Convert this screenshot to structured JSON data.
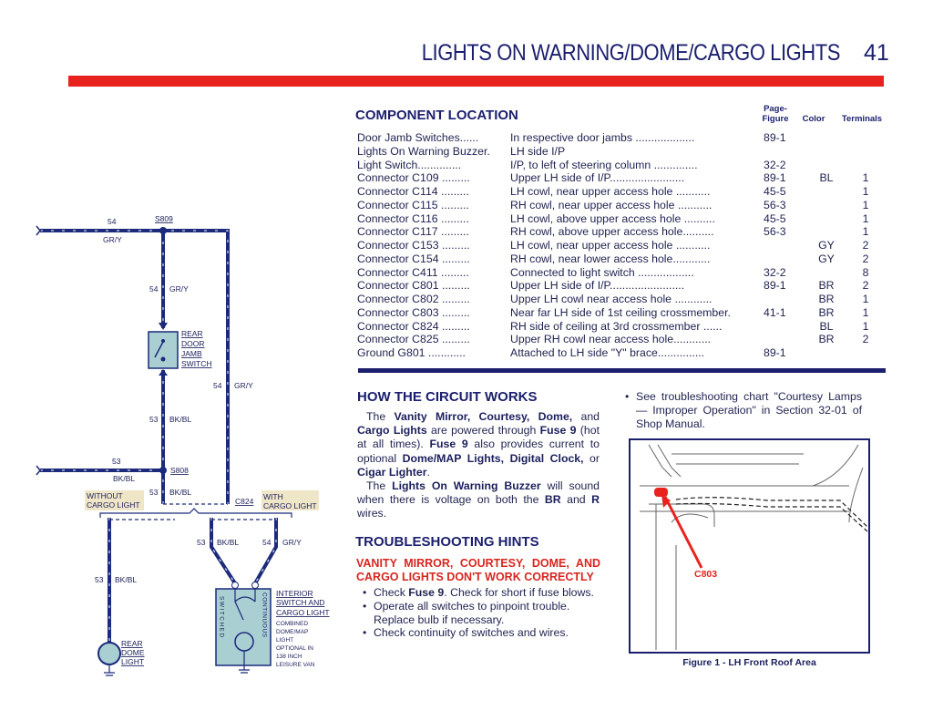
{
  "header": {
    "title": "LIGHTS ON WARNING/DOME/CARGO LIGHTS",
    "page_number": "41"
  },
  "component_location": {
    "heading": "COMPONENT LOCATION",
    "columns": {
      "page_figure_1": "Page-",
      "page_figure_2": "Figure",
      "color": "Color",
      "terminals": "Terminals"
    },
    "rows": [
      {
        "name": "Door Jamb Switches......",
        "location": "In respective door jambs ...................",
        "page": "89-1",
        "color": "",
        "terminals": ""
      },
      {
        "name": "Lights On Warning Buzzer.",
        "location": "LH side I/P",
        "page": "",
        "color": "",
        "terminals": ""
      },
      {
        "name": "Light Switch..............",
        "location": "I/P, to left of steering column ..............",
        "page": "32-2",
        "color": "",
        "terminals": ""
      },
      {
        "name": "Connector C109 .........",
        "location": "Upper LH side of I/P........................",
        "page": "89-1",
        "color": "BL",
        "terminals": "1"
      },
      {
        "name": "Connector C114 .........",
        "location": "LH cowl, near upper access hole ...........",
        "page": "45-5",
        "color": "",
        "terminals": "1"
      },
      {
        "name": "Connector C115 .........",
        "location": "RH cowl, near upper access hole ...........",
        "page": "56-3",
        "color": "",
        "terminals": "1"
      },
      {
        "name": "Connector C116 .........",
        "location": "LH cowl, above upper access hole ..........",
        "page": "45-5",
        "color": "",
        "terminals": "1"
      },
      {
        "name": "Connector C117 .........",
        "location": "RH cowl, above upper access hole..........",
        "page": "56-3",
        "color": "",
        "terminals": "1"
      },
      {
        "name": "Connector C153 .........",
        "location": "LH cowl, near upper access hole ...........",
        "page": "",
        "color": "GY",
        "terminals": "2"
      },
      {
        "name": "Connector C154 .........",
        "location": "RH cowl, near lower access hole............",
        "page": "",
        "color": "GY",
        "terminals": "2"
      },
      {
        "name": "Connector C411 .........",
        "location": "Connected to light switch ..................",
        "page": "32-2",
        "color": "",
        "terminals": "8"
      },
      {
        "name": "Connector C801 .........",
        "location": "Upper LH side of I/P........................",
        "page": "89-1",
        "color": "BR",
        "terminals": "2"
      },
      {
        "name": "Connector C802 .........",
        "location": "Upper LH cowl near access hole ............",
        "page": "",
        "color": "BR",
        "terminals": "1"
      },
      {
        "name": "Connector C803 .........",
        "location": "Near far LH side of 1st ceiling crossmember.",
        "page": "41-1",
        "color": "BR",
        "terminals": "1"
      },
      {
        "name": "Connector C824 .........",
        "location": "RH side of ceiling at 3rd crossmember ......",
        "page": "",
        "color": "BL",
        "terminals": "1"
      },
      {
        "name": "Connector C825 .........",
        "location": "Upper RH cowl near access hole............",
        "page": "",
        "color": "BR",
        "terminals": "2"
      },
      {
        "name": "Ground G801 ............",
        "location": "Attached to LH side \"Y\" brace...............",
        "page": "89-1",
        "color": "",
        "terminals": ""
      }
    ]
  },
  "how_it_works": {
    "heading": "HOW THE CIRCUIT WORKS",
    "p1": {
      "a": "The ",
      "b1": "Vanity Mirror, Courtesy, Dome,",
      "c": " and ",
      "b2": "Cargo Lights",
      "d": " are powered through ",
      "b3": "Fuse 9",
      "e": " (hot at all times). ",
      "b4": "Fuse 9",
      "f": " also provides current to optional ",
      "b5": "Dome/MAP Lights, Digital Clock,",
      "g": " or ",
      "b6": "Cigar Lighter",
      "h": "."
    },
    "p2": {
      "a": "The ",
      "b1": "Lights On Warning Buzzer",
      "c": " will sound when there is voltage on both the ",
      "b2": "BR",
      "d": " and ",
      "b3": "R",
      "e": " wires."
    }
  },
  "troubleshooting": {
    "heading": "TROUBLESHOOTING HINTS",
    "subheading": "VANITY MIRROR, COURTESY, DOME, AND CARGO LIGHTS DON'T WORK CORRECTLY",
    "b1a": "Check ",
    "b1b": "Fuse 9",
    "b1c": ". Check for short if fuse blows.",
    "b2": "Operate all switches to pinpoint trouble. Replace bulb if necessary.",
    "b3": "Check continuity of switches and wires.",
    "b4": "See troubleshooting chart \"Courtesy Lamps — Improper Operation\" in Section 32-01 of Shop Manual."
  },
  "figure": {
    "callout": "C803",
    "caption": "Figure 1 - LH Front Roof Area"
  },
  "diagram": {
    "splice_s809": "S809",
    "splice_s808": "S808",
    "connector_c824": "C824",
    "c54": "54",
    "c53": "53",
    "gry": "GR/Y",
    "bkbl": "BK/BL",
    "rear_door_jamb_switch": [
      "REAR",
      "DOOR",
      "JAMB",
      "SWITCH"
    ],
    "without_cargo": [
      "WITHOUT",
      "CARGO LIGHT"
    ],
    "with_cargo": [
      "WITH",
      "CARGO LIGHT"
    ],
    "rear_dome_light": [
      "REAR",
      "DOME",
      "LIGHT"
    ],
    "interior_switch": [
      "INTERIOR",
      "SWITCH AND",
      "CARGO LIGHT"
    ],
    "interior_note": [
      "COMBINED",
      "DOME/MAP",
      "LIGHT",
      "OPTIONAL IN",
      "138 INCH",
      "LEISURE VAN"
    ],
    "switched": "SWITCHED",
    "continuous": "CONTINUOUS"
  },
  "colors": {
    "navy": "#1b1f6e",
    "red": "#e8231e",
    "beige": "#efe6c8",
    "component_fill": "#a9cfd3"
  }
}
